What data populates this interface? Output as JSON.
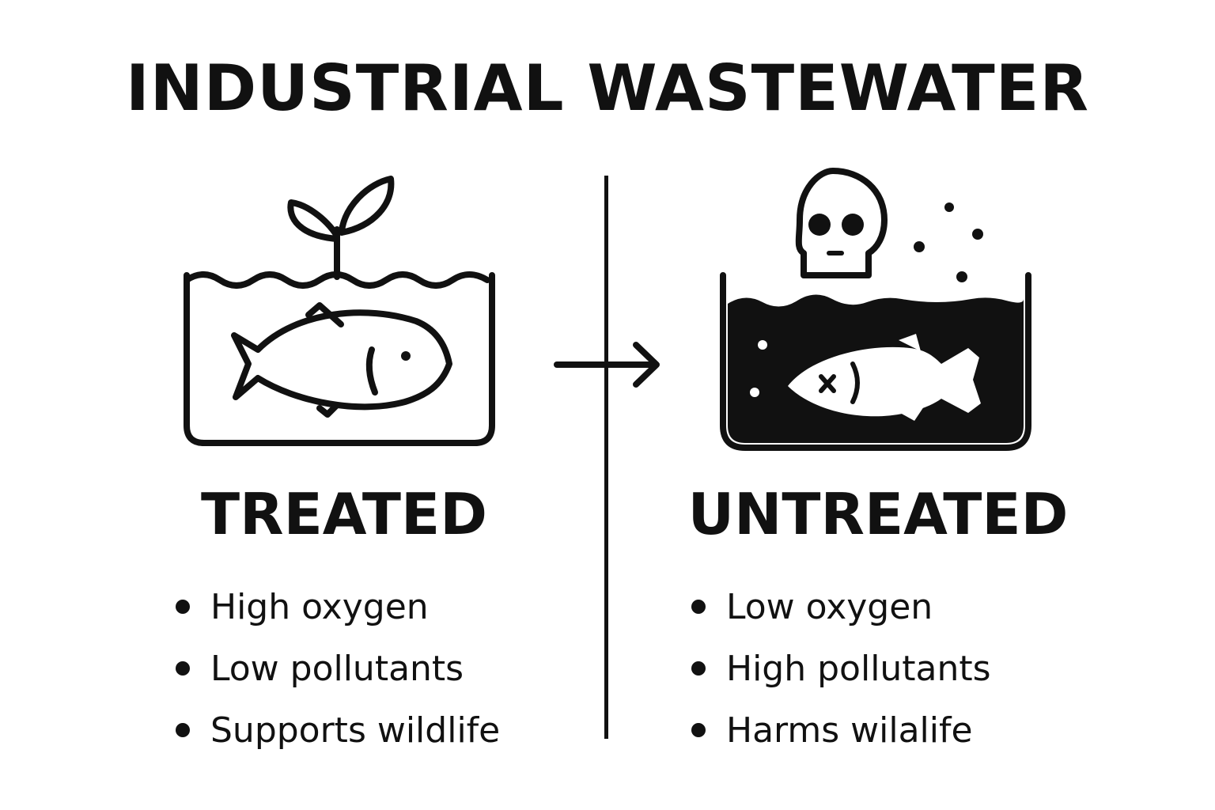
{
  "title": "INDUSTRIAL WASTEWATER",
  "treated": {
    "heading": "TREATED",
    "bullets": [
      "High oxygen",
      "Low pollutants",
      "Supports wildlife"
    ],
    "icon": "tank-with-sprout-and-living-fish-icon"
  },
  "untreated": {
    "heading": "UNTREATED",
    "bullets": [
      "Low oxygen",
      "High pollutants",
      "Harms  wilalife"
    ],
    "icon": "dark-tank-with-skull-and-dead-fish-icon"
  },
  "arrow_icon": "arrow-right-icon",
  "colors": {
    "ink": "#111111",
    "background": "#ffffff"
  }
}
